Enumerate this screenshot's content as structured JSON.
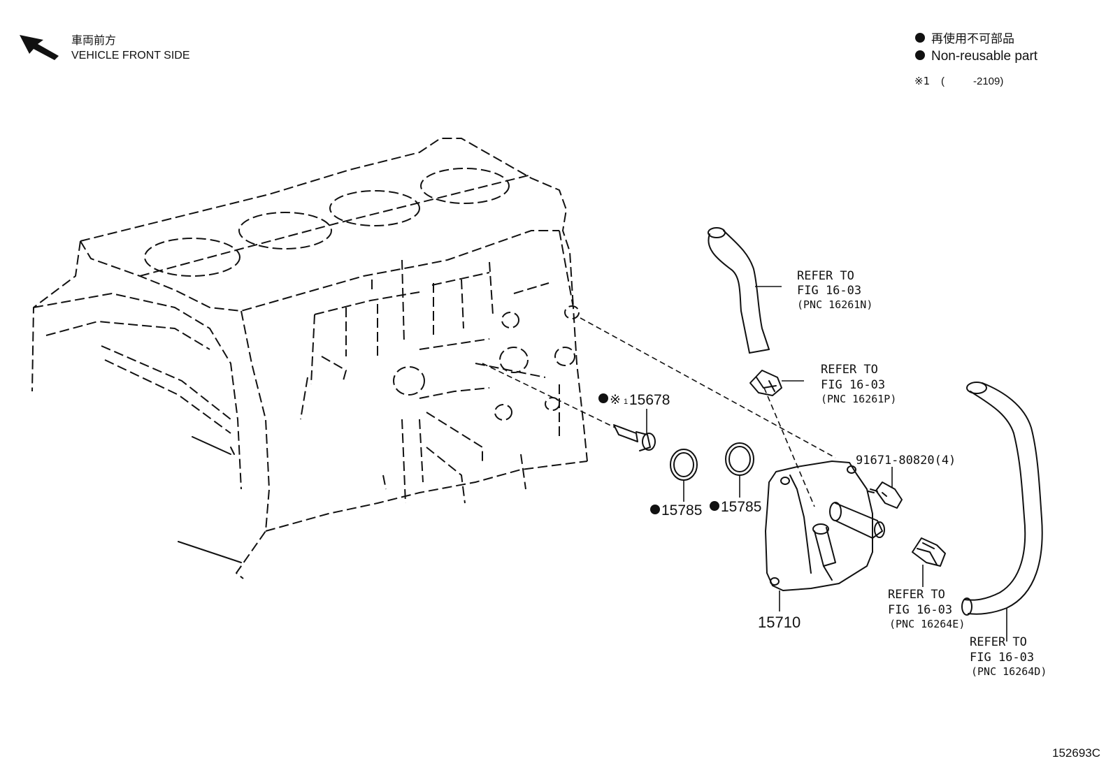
{
  "header": {
    "front_jp": "車両前方",
    "front_en": "VEHICLE FRONT SIDE",
    "legend_jp": "再使用不可部品",
    "legend_en": "Non-reusable part",
    "note_mark": "※1",
    "note_open": "(",
    "note_range": "-2109)"
  },
  "parts": {
    "p15678": {
      "mark": "※",
      "sub": "1",
      "number": "15678"
    },
    "p15785a": {
      "number": "15785"
    },
    "p15785b": {
      "number": "15785"
    },
    "p15710": {
      "number": "15710"
    },
    "bolt": {
      "number": "91671-80820(4)"
    }
  },
  "refs": {
    "r16261n": {
      "line1": "REFER TO",
      "line2": "FIG 16-03",
      "line3": "(PNC 16261N)"
    },
    "r16261p": {
      "line1": "REFER TO",
      "line2": "FIG 16-03",
      "line3": "(PNC 16261P)"
    },
    "r16264e": {
      "line1": "REFER TO",
      "line2": "FIG 16-03",
      "line3": "(PNC 16264E)"
    },
    "r16264d": {
      "line1": "REFER TO",
      "line2": "FIG 16-03",
      "line3": "(PNC 16264D)"
    }
  },
  "footer": {
    "illustration_code": "152693C"
  }
}
